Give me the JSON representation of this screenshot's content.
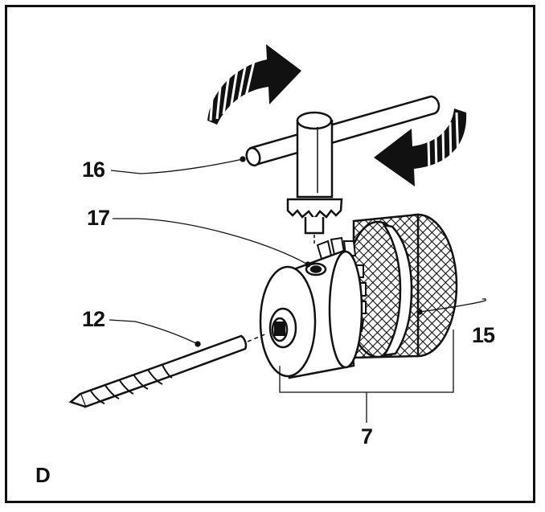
{
  "figure": {
    "corner_label": "D",
    "callouts": {
      "c16": "16",
      "c17": "17",
      "c12": "12",
      "c15": "15",
      "c7": "7"
    }
  },
  "colors": {
    "ink": "#111111",
    "paper": "#ffffff"
  },
  "parts": [
    "chuck-key",
    "drill-bit",
    "drill-chuck",
    "chuck-sleeve",
    "key-hole"
  ]
}
